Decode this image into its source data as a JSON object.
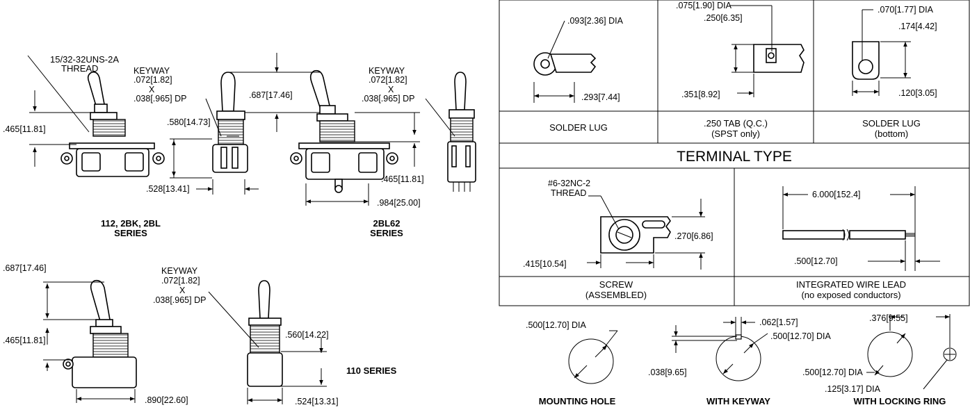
{
  "colors": {
    "ink": "#000000",
    "paper": "#ffffff"
  },
  "left": {
    "thread_callout": [
      "15/32-32UNS-2A",
      "THREAD"
    ],
    "keyway1": [
      "KEYWAY",
      ".072[1.82]",
      "X",
      ".038[.965] DP"
    ],
    "keyway2": [
      "KEYWAY",
      ".072[1.82]",
      "X",
      ".038[.965] DP"
    ],
    "keyway3": [
      "KEYWAY",
      ".072[1.82]",
      "X",
      ".038[.965] DP"
    ],
    "dims": {
      "d465_a": ".465[11.81]",
      "d580": ".580[14.73]",
      "d528": ".528[13.41]",
      "d687_a": ".687[17.46]",
      "d465_b": ".465[11.81]",
      "d984": ".984[25.00]",
      "d687_b": ".687[17.46]",
      "d465_c": ".465[11.81]",
      "d890": ".890[22.60]",
      "d560": ".560[14.22]",
      "d524": ".524[13.31]"
    },
    "series_112": [
      "112,  2BK, 2BL",
      "SERIES"
    ],
    "series_2bl62": [
      "2BL62",
      "SERIES"
    ],
    "series_110": "110 SERIES"
  },
  "terminals": {
    "solder_lug": {
      "dia": ".093[2.36] DIA",
      "len": ".293[7.44]",
      "caption": "SOLDER LUG"
    },
    "tab": {
      "dia": ".075[1.90] DIA",
      "w": ".250[6.35]",
      "len": ".351[8.92]",
      "caption": ".250 TAB (Q.C.)",
      "sub": "(SPST only)"
    },
    "lug_bottom": {
      "dia": ".070[1.77]  DIA",
      "h": ".174[4.42]",
      "w": ".120[3.05]",
      "caption": "SOLDER LUG",
      "sub": "(bottom)"
    },
    "title": "TERMINAL TYPE",
    "screw": {
      "thread": [
        "#6-32NC-2",
        "THREAD"
      ],
      "h": ".270[6.86]",
      "len": ".415[10.54]",
      "caption": "SCREW",
      "sub": "(ASSEMBLED)"
    },
    "wire": {
      "len": "6.000[152.4]",
      "strip": ".500[12.70]",
      "caption": "INTEGRATED WIRE LEAD",
      "sub": "(no exposed conductors)"
    }
  },
  "mounting": {
    "hole": {
      "dia": ".500[12.70] DIA",
      "caption": "MOUNTING HOLE"
    },
    "keyway": {
      "w": ".062[1.57]",
      "dia": ".500[12.70] DIA",
      "depth": ".038[9.65]",
      "caption": "WITH KEYWAY"
    },
    "ring": {
      "off": ".376[9.55]",
      "dia": ".500[12.70] DIA",
      "pin": ".125[3.17] DIA",
      "caption": "WITH LOCKING RING"
    }
  }
}
